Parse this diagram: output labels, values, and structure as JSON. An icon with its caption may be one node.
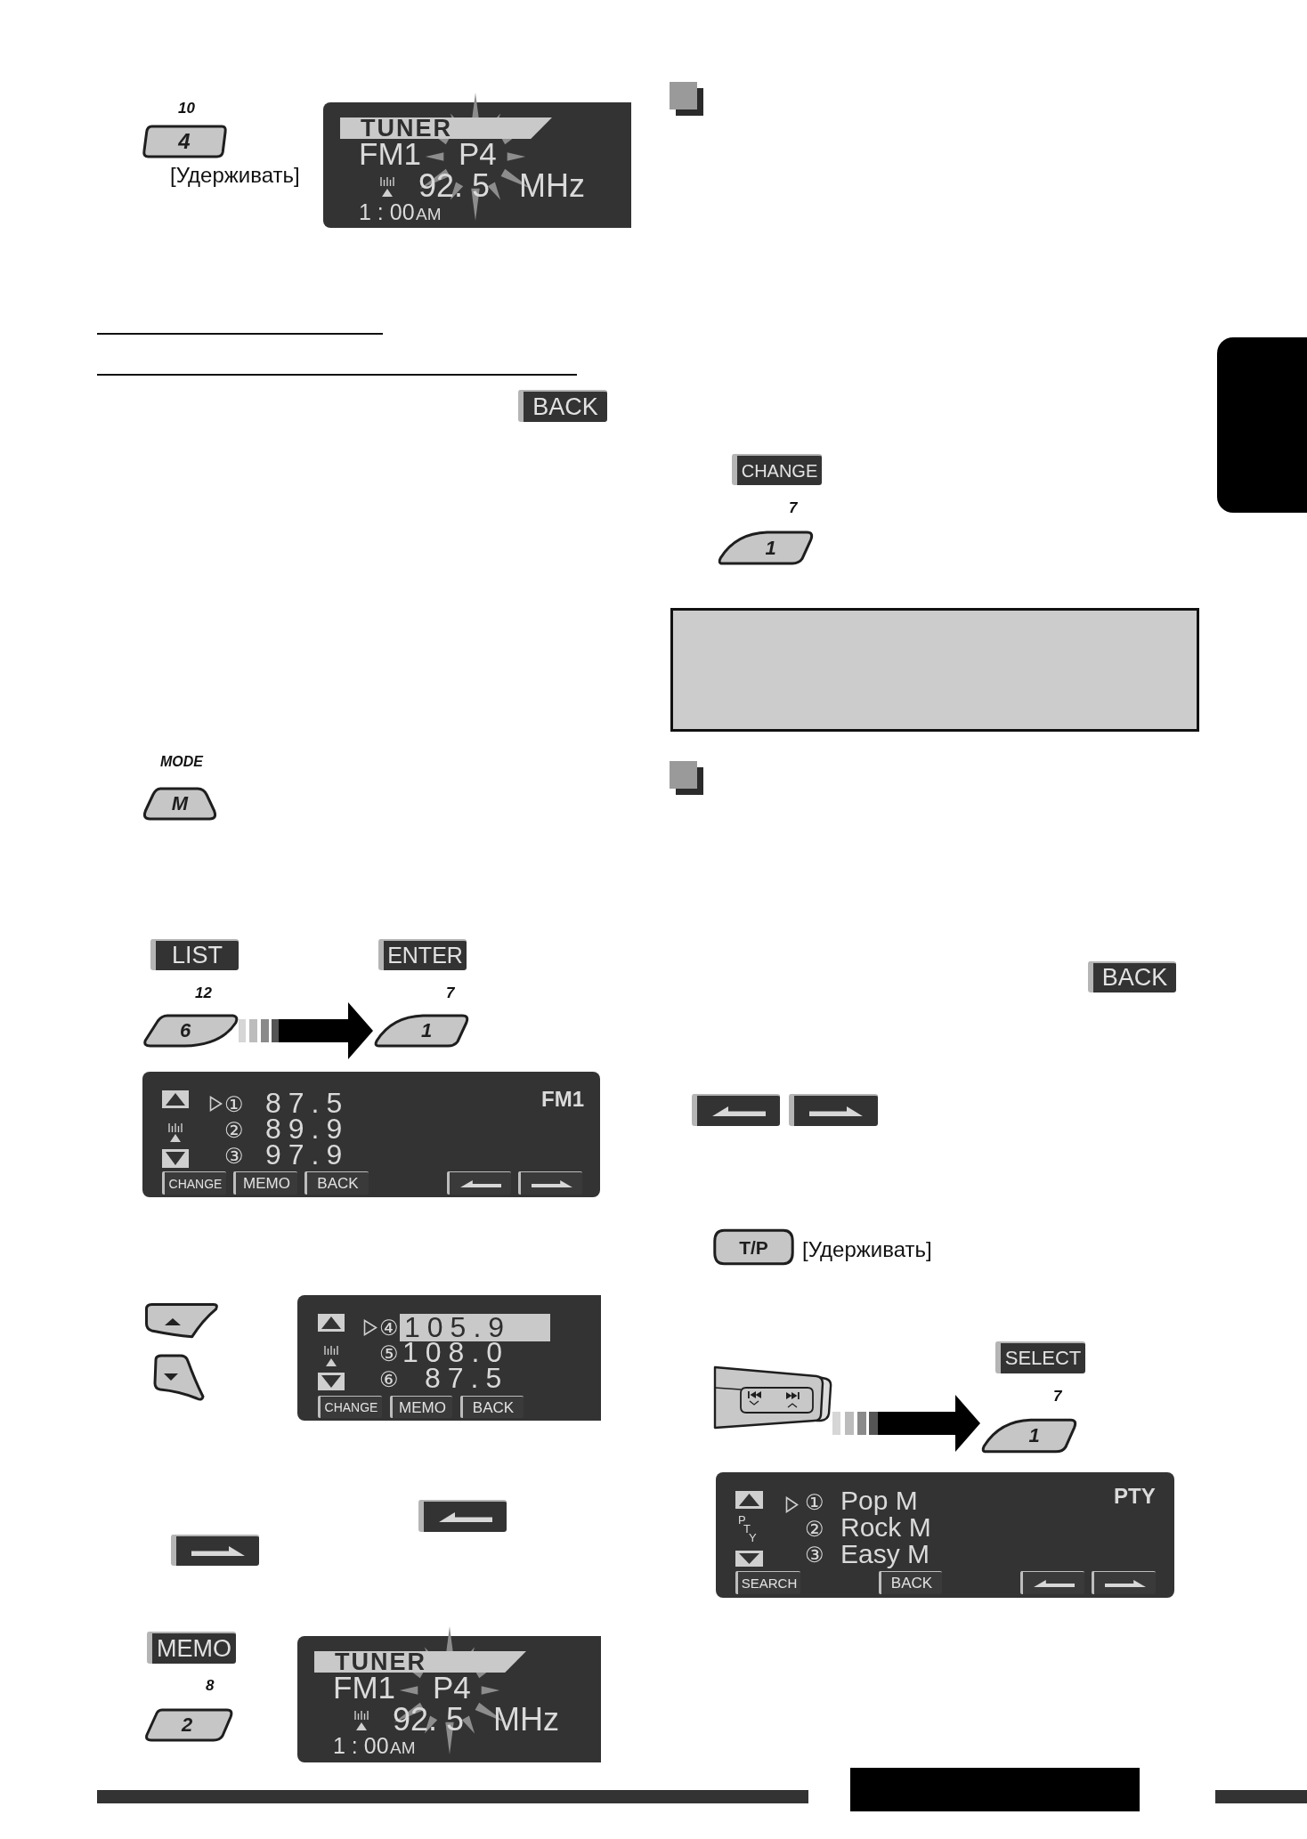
{
  "diagram": {
    "nodes": [
      {
        "text": [
          "4"
        ],
        "beside": [
          "10",
          "[Удерживать]"
        ]
      },
      {
        "text": [
          "TUNER",
          "FM1",
          "P4",
          "92. 5",
          "MHz",
          "1 : 00",
          "AM"
        ]
      },
      {
        "text": [
          "BACK"
        ]
      },
      {
        "text": [
          "M"
        ],
        "beside": [
          "MODE"
        ]
      },
      {
        "text": [
          "LIST"
        ]
      },
      {
        "text": [
          "6"
        ],
        "beside": [
          "12"
        ]
      },
      {
        "text": [
          "ENTER"
        ]
      },
      {
        "text": [
          "1"
        ],
        "beside": [
          "7"
        ]
      },
      {
        "text": [
          "①",
          "87.5",
          "FM1",
          "②",
          "89.9",
          "③",
          "97.9"
        ]
      },
      {
        "text": [
          "CHANGE"
        ],
        "in": 8
      },
      {
        "text": [
          "MEMO"
        ],
        "in": 8
      },
      {
        "text": [
          "BACK"
        ],
        "in": 8
      },
      {
        "text": [],
        "shape": "box",
        "in": 8
      },
      {
        "text": [],
        "shape": "box",
        "in": 8
      },
      {
        "text": [],
        "shape": "box"
      },
      {
        "text": [],
        "shape": "box"
      },
      {
        "text": [
          "④",
          "105.9",
          "⑤",
          "108.0",
          "⑥",
          "87.5"
        ]
      },
      {
        "text": [
          "CHANGE"
        ],
        "in": 16
      },
      {
        "text": [
          "MEMO"
        ],
        "in": 16
      },
      {
        "text": [
          "BACK"
        ],
        "in": 16
      },
      {
        "text": [],
        "shape": "box"
      },
      {
        "text": [],
        "shape": "box"
      },
      {
        "text": [
          "MEMO"
        ]
      },
      {
        "text": [
          "2"
        ],
        "beside": [
          "8"
        ]
      },
      {
        "text": [
          "TUNER",
          "FM1",
          "P4",
          "92. 5",
          "MHz",
          "1 : 00",
          "AM"
        ]
      },
      {
        "text": [
          "CHANGE"
        ]
      },
      {
        "text": [
          "1"
        ],
        "beside": [
          "7"
        ]
      },
      {
        "text": [],
        "shape": "box"
      },
      {
        "text": [
          "BACK"
        ]
      },
      {
        "text": [],
        "shape": "box"
      },
      {
        "text": [],
        "shape": "box"
      },
      {
        "text": [
          "T/P"
        ],
        "beside": [
          "[Удерживать]"
        ]
      },
      {
        "text": [],
        "shape": "picture"
      },
      {
        "text": [
          "SELECT"
        ]
      },
      {
        "text": [
          "1"
        ],
        "beside": [
          "7"
        ]
      },
      {
        "text": [
          "①",
          "Pop M",
          "PTY",
          "PTY",
          "②",
          "Rock M",
          "③",
          "Easy M"
        ]
      },
      {
        "text": [
          "SEARCH"
        ],
        "in": 35
      },
      {
        "text": [
          "BACK"
        ],
        "in": 35
      },
      {
        "text": [],
        "shape": "box",
        "in": 35
      },
      {
        "text": [],
        "shape": "box",
        "in": 35
      },
      {
        "text": [],
        "shape": "box"
      },
      {
        "text": [],
        "shape": "box"
      }
    ],
    "edges": [
      {
        "from": 5,
        "to": 7,
        "arrow": "to"
      },
      {
        "from": 32,
        "to": 34,
        "arrow": "to"
      }
    ]
  }
}
